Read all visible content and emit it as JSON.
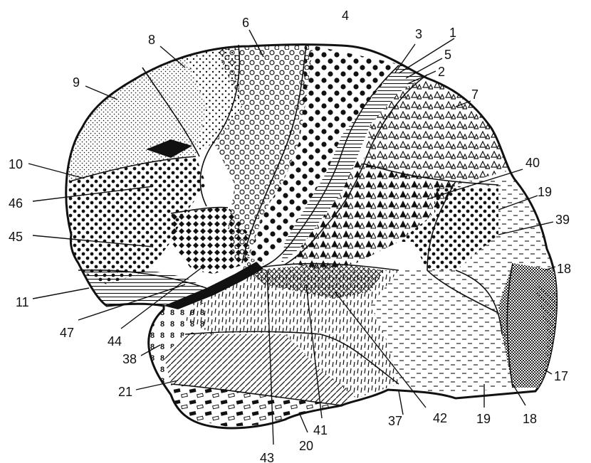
{
  "figure": {
    "region_labels": [
      {
        "id": "l1",
        "text": "1"
      },
      {
        "id": "l2",
        "text": "2"
      },
      {
        "id": "l3",
        "text": "3"
      },
      {
        "id": "l4",
        "text": "4"
      },
      {
        "id": "l5",
        "text": "5"
      },
      {
        "id": "l6",
        "text": "6"
      },
      {
        "id": "l7",
        "text": "7"
      },
      {
        "id": "l8",
        "text": "8"
      },
      {
        "id": "l9",
        "text": "9"
      },
      {
        "id": "l10",
        "text": "10"
      },
      {
        "id": "l11",
        "text": "11"
      },
      {
        "id": "l17",
        "text": "17"
      },
      {
        "id": "l18a",
        "text": "18"
      },
      {
        "id": "l18b",
        "text": "18"
      },
      {
        "id": "l19a",
        "text": "19"
      },
      {
        "id": "l19b",
        "text": "19"
      },
      {
        "id": "l20",
        "text": "20"
      },
      {
        "id": "l21",
        "text": "21"
      },
      {
        "id": "l37",
        "text": "37"
      },
      {
        "id": "l38",
        "text": "38"
      },
      {
        "id": "l39",
        "text": "39"
      },
      {
        "id": "l40",
        "text": "40"
      },
      {
        "id": "l41",
        "text": "41"
      },
      {
        "id": "l42",
        "text": "42"
      },
      {
        "id": "l43",
        "text": "43"
      },
      {
        "id": "l44",
        "text": "44"
      },
      {
        "id": "l45",
        "text": "45"
      },
      {
        "id": "l46",
        "text": "46"
      },
      {
        "id": "l47",
        "text": "47"
      }
    ],
    "colors": {
      "ink": "#111111",
      "paper": "#ffffff"
    }
  }
}
